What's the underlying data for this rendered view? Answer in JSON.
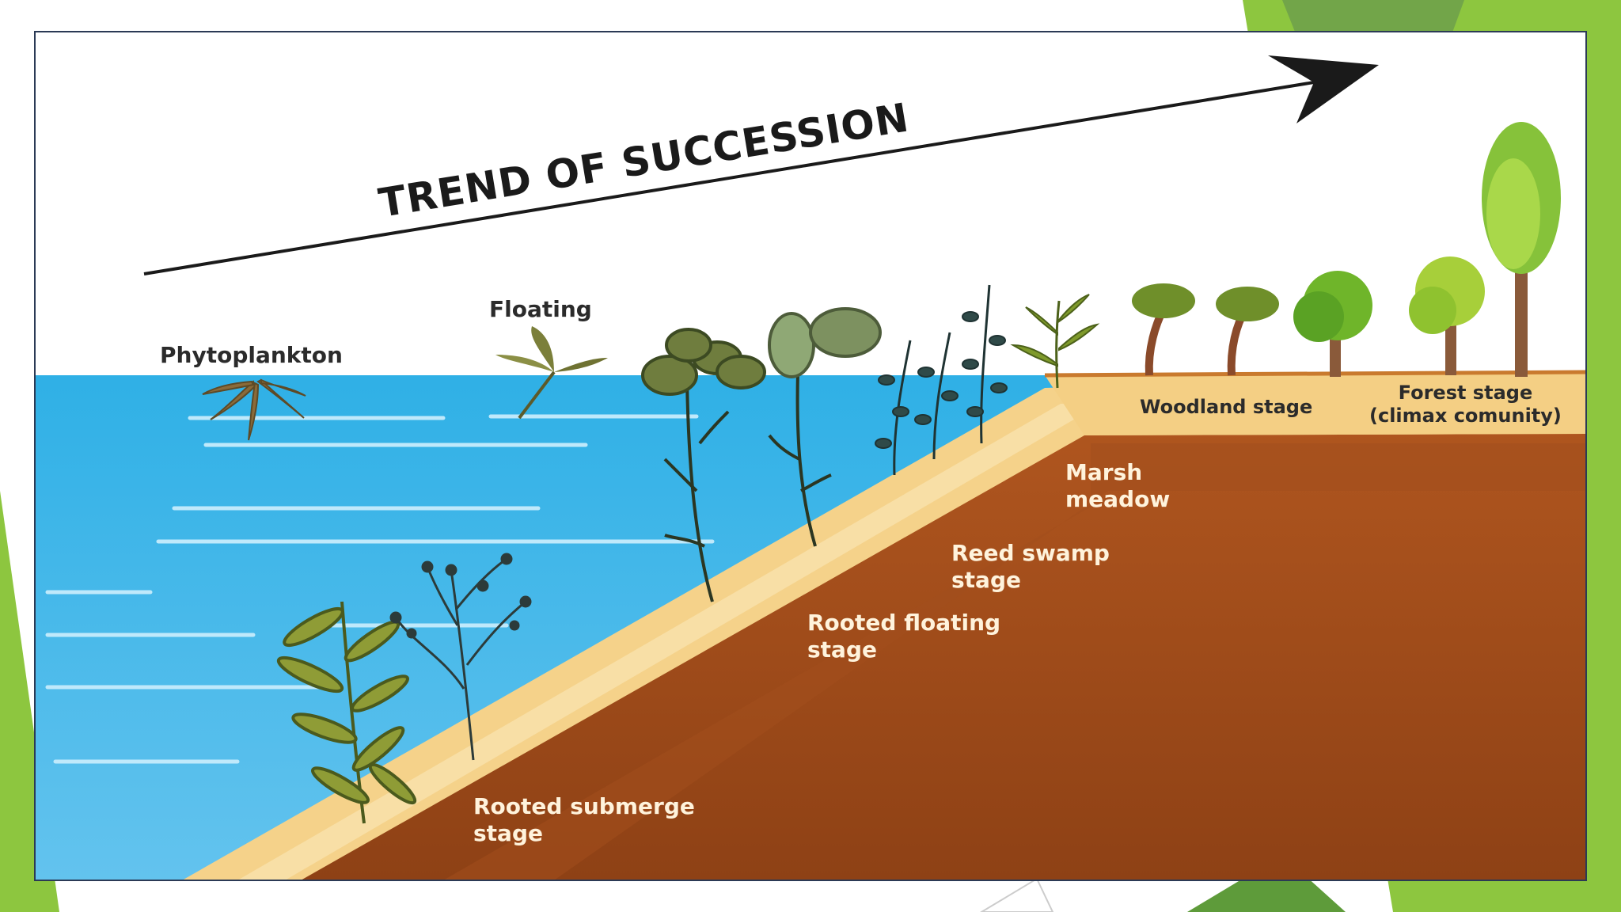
{
  "diagram": {
    "title": "TREND OF SUCCESSION",
    "labels": {
      "phytoplankton": "Phytoplankton",
      "floating": "Floating",
      "woodland": "Woodland stage",
      "forest_line1": "Forest stage",
      "forest_line2": "(climax comunity)",
      "marsh_line1": "Marsh",
      "marsh_line2": "meadow",
      "reed_line1": "Reed swamp",
      "reed_line2": "stage",
      "rooted_floating_line1": "Rooted floating",
      "rooted_floating_line2": "stage",
      "rooted_submerge_line1": "Rooted submerge",
      "rooted_submerge_line2": "stage"
    }
  },
  "colors": {
    "slide_accent_green": "#8dc63f",
    "water": "#56bdea",
    "sand": "#f5d28a",
    "soil": "#9b4a1b",
    "arrow": "#1a1a1a"
  }
}
